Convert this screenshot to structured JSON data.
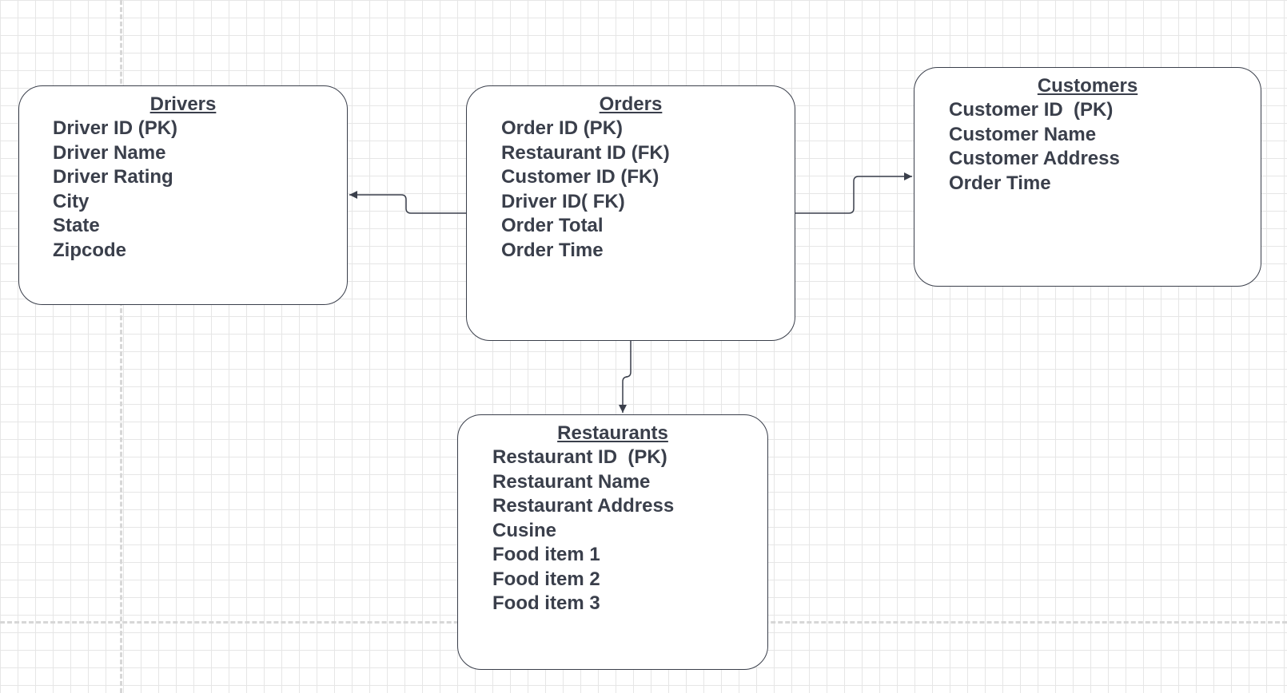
{
  "entities": {
    "drivers": {
      "title": "Drivers",
      "fields": [
        "Driver ID (PK)",
        "Driver Name",
        "Driver Rating",
        "City",
        "State",
        "Zipcode"
      ]
    },
    "orders": {
      "title": "Orders",
      "fields": [
        "Order ID (PK)",
        "Restaurant ID (FK)",
        "Customer ID (FK)",
        "Driver ID( FK)",
        "Order Total",
        "Order Time"
      ]
    },
    "customers": {
      "title": "Customers",
      "fields": [
        "Customer ID  (PK)",
        "Customer Name",
        "Customer Address",
        "Order Time"
      ]
    },
    "restaurants": {
      "title": "Restaurants",
      "fields": [
        "Restaurant ID  (PK)",
        "Restaurant Name",
        "Restaurant Address",
        "Cusine",
        "Food item 1",
        "Food item 2",
        "Food item 3"
      ]
    }
  },
  "relationships": [
    {
      "from": "orders",
      "to": "drivers"
    },
    {
      "from": "orders",
      "to": "customers"
    },
    {
      "from": "orders",
      "to": "restaurants"
    }
  ],
  "colors": {
    "line": "#3a3f4b",
    "grid": "#e6e6e6",
    "guide": "#d7d7d7"
  }
}
